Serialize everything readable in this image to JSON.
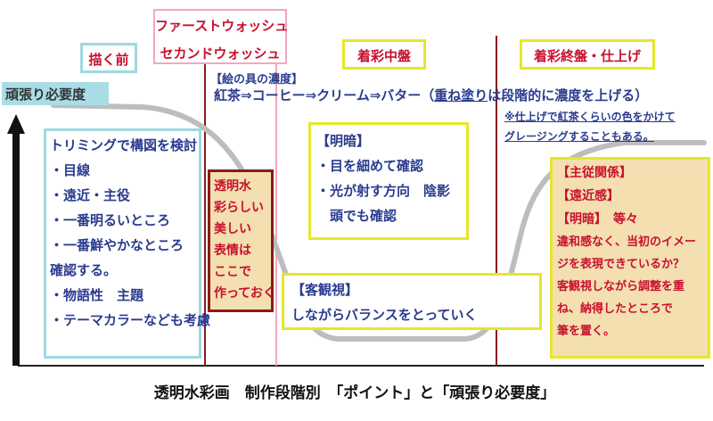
{
  "stages": {
    "before": "描く前",
    "first_wash": "ファーストウォッシュ",
    "second_wash": "セカンドウォッシュ",
    "middle": "着彩中盤",
    "final": "着彩終盤・仕上げ"
  },
  "effort_label": "頑張り必要度",
  "paint_density": {
    "title": "【絵の具の濃度】",
    "sequence": "紅茶⇒コーヒー⇒クリーム⇒バター（",
    "emphasis": "重ね塗り",
    "rest": "は段階的に濃度を上げる）",
    "note1": "※仕上げで紅茶くらいの色をかけて",
    "note2": "グレージングすることもある。"
  },
  "before_box": {
    "lines": [
      "トリミングで構図を検討",
      "・目線",
      "・遠近・主役",
      "・一番明るいところ",
      "・一番鮮やかなところ",
      "確認する。",
      "・物語性　主題",
      "・テーマカラーなども考慮"
    ]
  },
  "wash_box": {
    "lines": [
      "透明水",
      "彩らしい",
      "美しい",
      "表情は",
      "ここで",
      "作っておく"
    ]
  },
  "middle_box": {
    "lines": [
      "【明暗】",
      "・目を細めて確認",
      "・光が射す方向　陰影",
      "　頭でも確認"
    ]
  },
  "objective_box": {
    "lines": [
      "【客観視】",
      "しながらバランスをとっていく"
    ]
  },
  "final_box": {
    "red_lines": [
      "【主従関係】",
      "【遠近感】",
      "【明暗】　等々"
    ],
    "body_lines": [
      "違和感なく、当初のイメー",
      "ジを表現できているか？",
      "客観視しながら調整を重",
      "ね、納得したところで",
      "筆を置く。"
    ]
  },
  "footer_title": "透明水彩画　制作段階別　「ポイント」と「頑張り必要度」",
  "colors": {
    "blue_box": "#9fd8e0",
    "pink": "#f0a8c0",
    "yellow": "#e6e62a",
    "dark_red": "#8b1a1a",
    "curve": "#bdbdbd",
    "tan": "#f3dfb0"
  }
}
